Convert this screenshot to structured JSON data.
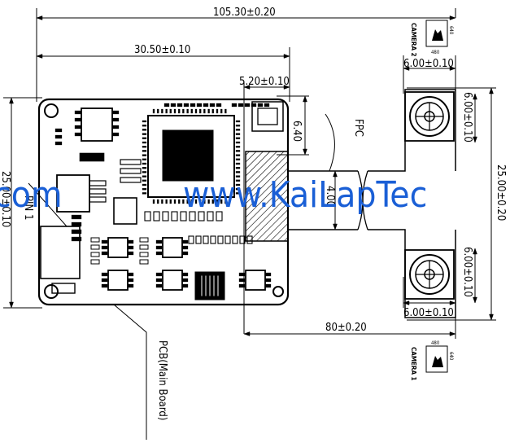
{
  "drawing": {
    "overall_width_label": "105.30±0.20",
    "board_width_label": "30.50±0.10",
    "connector_width_label": "5.20±0.10",
    "connector_height_label": "6.40",
    "fpc_label": "FPC",
    "fpc_width_label": "4.00",
    "total_height_label": "25.00±0.20",
    "board_height_label": "25.00±0.10",
    "pin_label": "PIN 1",
    "board_label": "PCB(Main Board)",
    "camera_offset_label": "80±0.20",
    "cam_top_width_label": "6.00±0.10",
    "cam_top_height_label": "6.00±0.10",
    "cam_bottom_height_label": "6.00±0.10",
    "cam_bottom_width_label": "6.00±0.10",
    "camera_top_label": "CAMERA 2",
    "camera_bottom_label": "CAMERA 1",
    "camera_res_w": "480",
    "camera_res_h": "640"
  },
  "watermark": {
    "left_text": "com",
    "main_text": "www.KaiLapTec"
  },
  "colors": {
    "ink": "#000000",
    "watermark": "#1a5fd6"
  }
}
